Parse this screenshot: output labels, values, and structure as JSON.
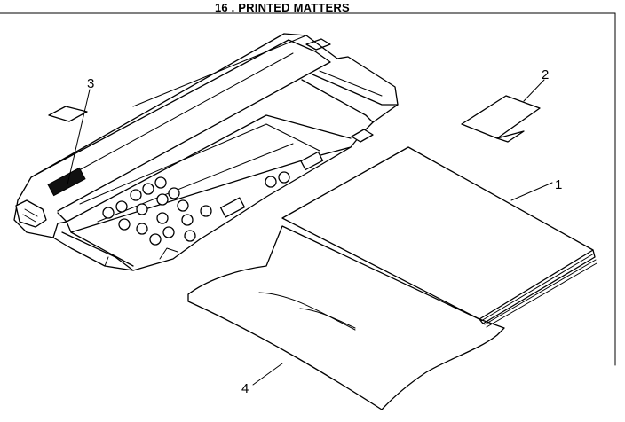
{
  "title": "16 . PRINTED MATTERS",
  "callouts": [
    {
      "id": "1",
      "label": "1"
    },
    {
      "id": "2",
      "label": "2"
    },
    {
      "id": "3",
      "label": "3"
    },
    {
      "id": "4",
      "label": "4"
    }
  ]
}
